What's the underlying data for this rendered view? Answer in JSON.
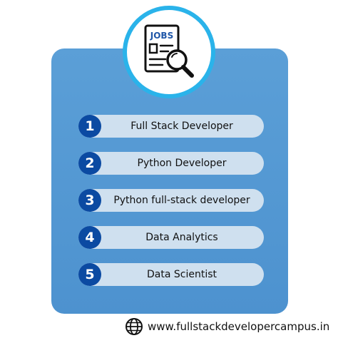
{
  "badge": {
    "label": "JOBS",
    "icon": "jobs-document-magnifier-icon"
  },
  "list": {
    "items": [
      {
        "number": "1",
        "label": "Full Stack Developer"
      },
      {
        "number": "2",
        "label": "Python Developer"
      },
      {
        "number": "3",
        "label": "Python full-stack developer"
      },
      {
        "number": "4",
        "label": "Data Analytics"
      },
      {
        "number": "5",
        "label": "Data Scientist"
      }
    ]
  },
  "footer": {
    "icon": "globe-icon",
    "url": "www.fullstackdevelopercampus.in"
  },
  "colors": {
    "panel": "#4d92cf",
    "badge_ring": "#2ab3ea",
    "pill": "#cfe0ef",
    "number_circle": "#0b4aa2",
    "jobs_text": "#1f56a8"
  }
}
